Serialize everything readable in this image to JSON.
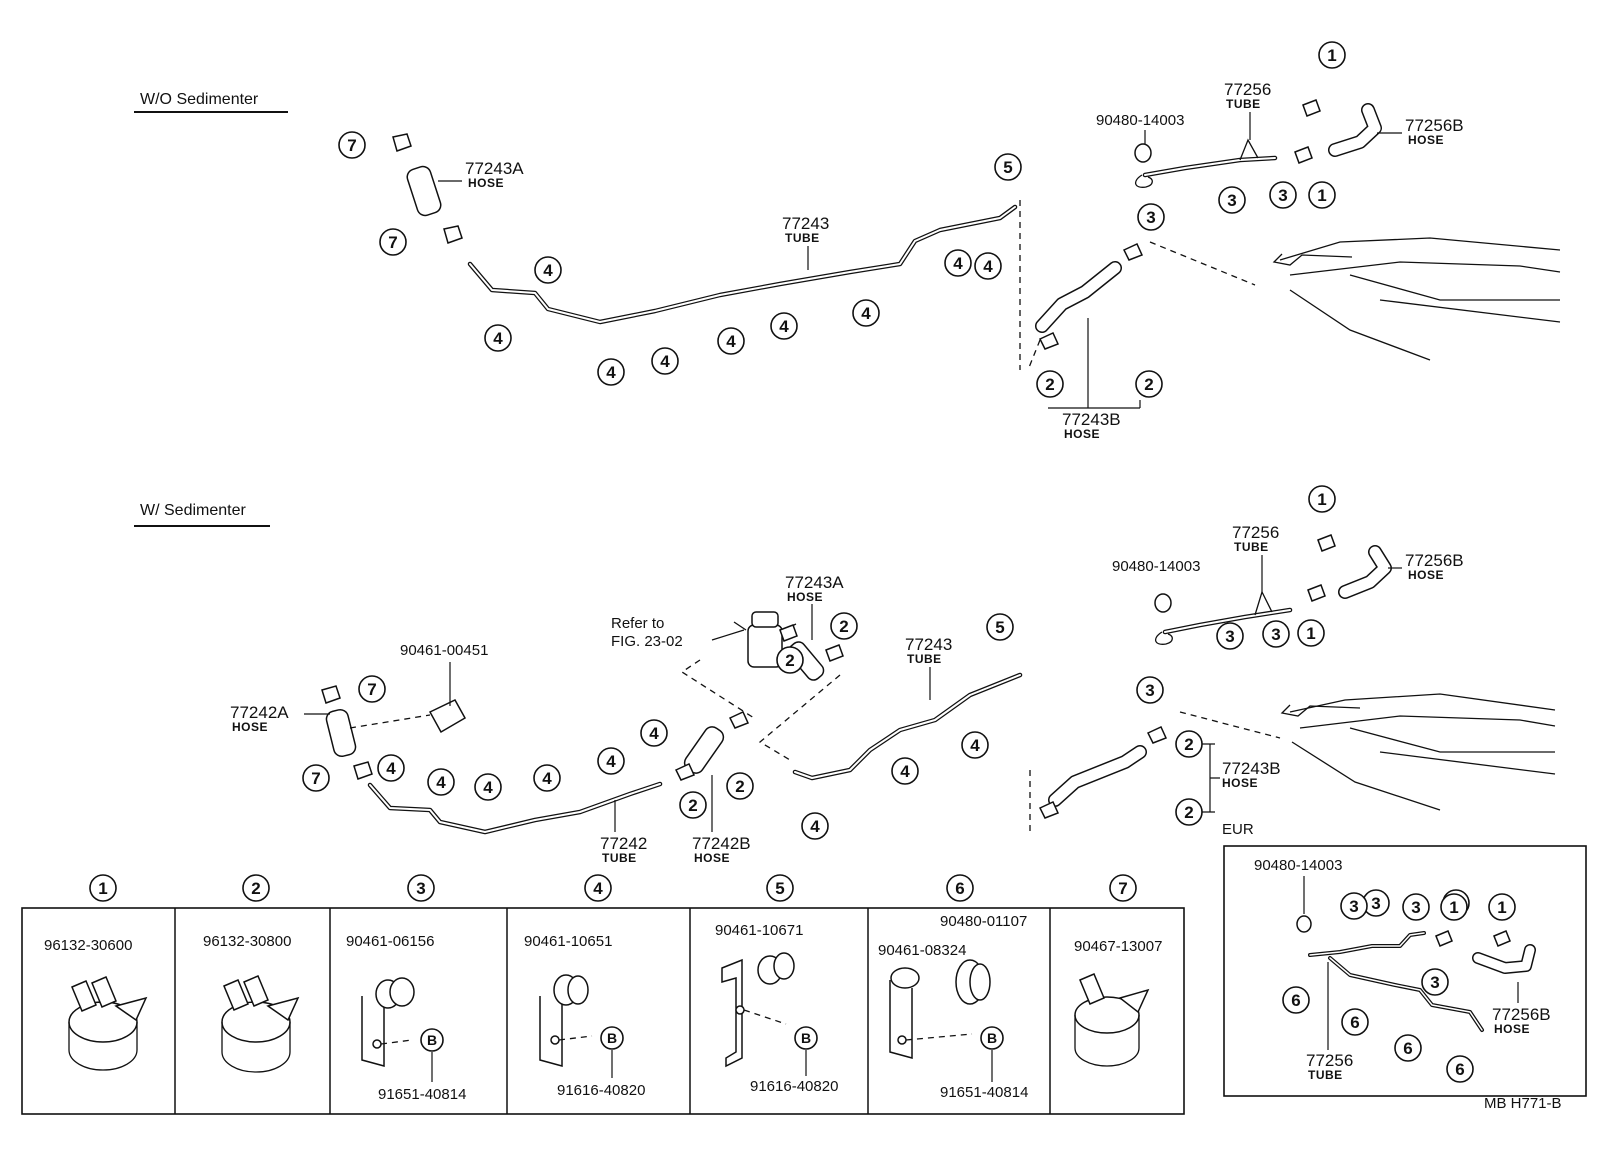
{
  "sections": {
    "wo_sedimenter": "W/O Sedimenter",
    "w_sedimenter": "W/ Sedimenter",
    "eur": "EUR"
  },
  "refer": {
    "line1": "Refer to",
    "line2": "FIG. 23-02"
  },
  "parts": {
    "hose_77243A": "77243A",
    "tube_77243": "77243",
    "hose_77243B": "77243B",
    "tube_77256": "77256",
    "hose_77256B": "77256B",
    "bush_9048014003": "90480-14003",
    "clamp_9046100451": "90461-00451",
    "hose_77242A": "77242A",
    "tube_77242": "77242",
    "hose_77242B": "77242B"
  },
  "subtypes": {
    "hose": "HOSE",
    "tube": "TUBE"
  },
  "callouts": [
    "1",
    "2",
    "3",
    "4",
    "5",
    "6",
    "7"
  ],
  "bolt_symbol": "B",
  "legend": [
    {
      "key": "1",
      "part": "96132-30600"
    },
    {
      "key": "2",
      "part": "96132-30800"
    },
    {
      "key": "3",
      "part": "90461-06156",
      "bolt": "91651-40814"
    },
    {
      "key": "4",
      "part": "90461-10651",
      "bolt": "91616-40820"
    },
    {
      "key": "5",
      "part": "90461-10671",
      "bolt": "91616-40820"
    },
    {
      "key": "6",
      "part": "90461-08324",
      "part2": "90480-01107",
      "bolt": "91651-40814"
    },
    {
      "key": "7",
      "part": "90467-13007"
    }
  ],
  "footer": {
    "code": "MB  H771-B"
  }
}
